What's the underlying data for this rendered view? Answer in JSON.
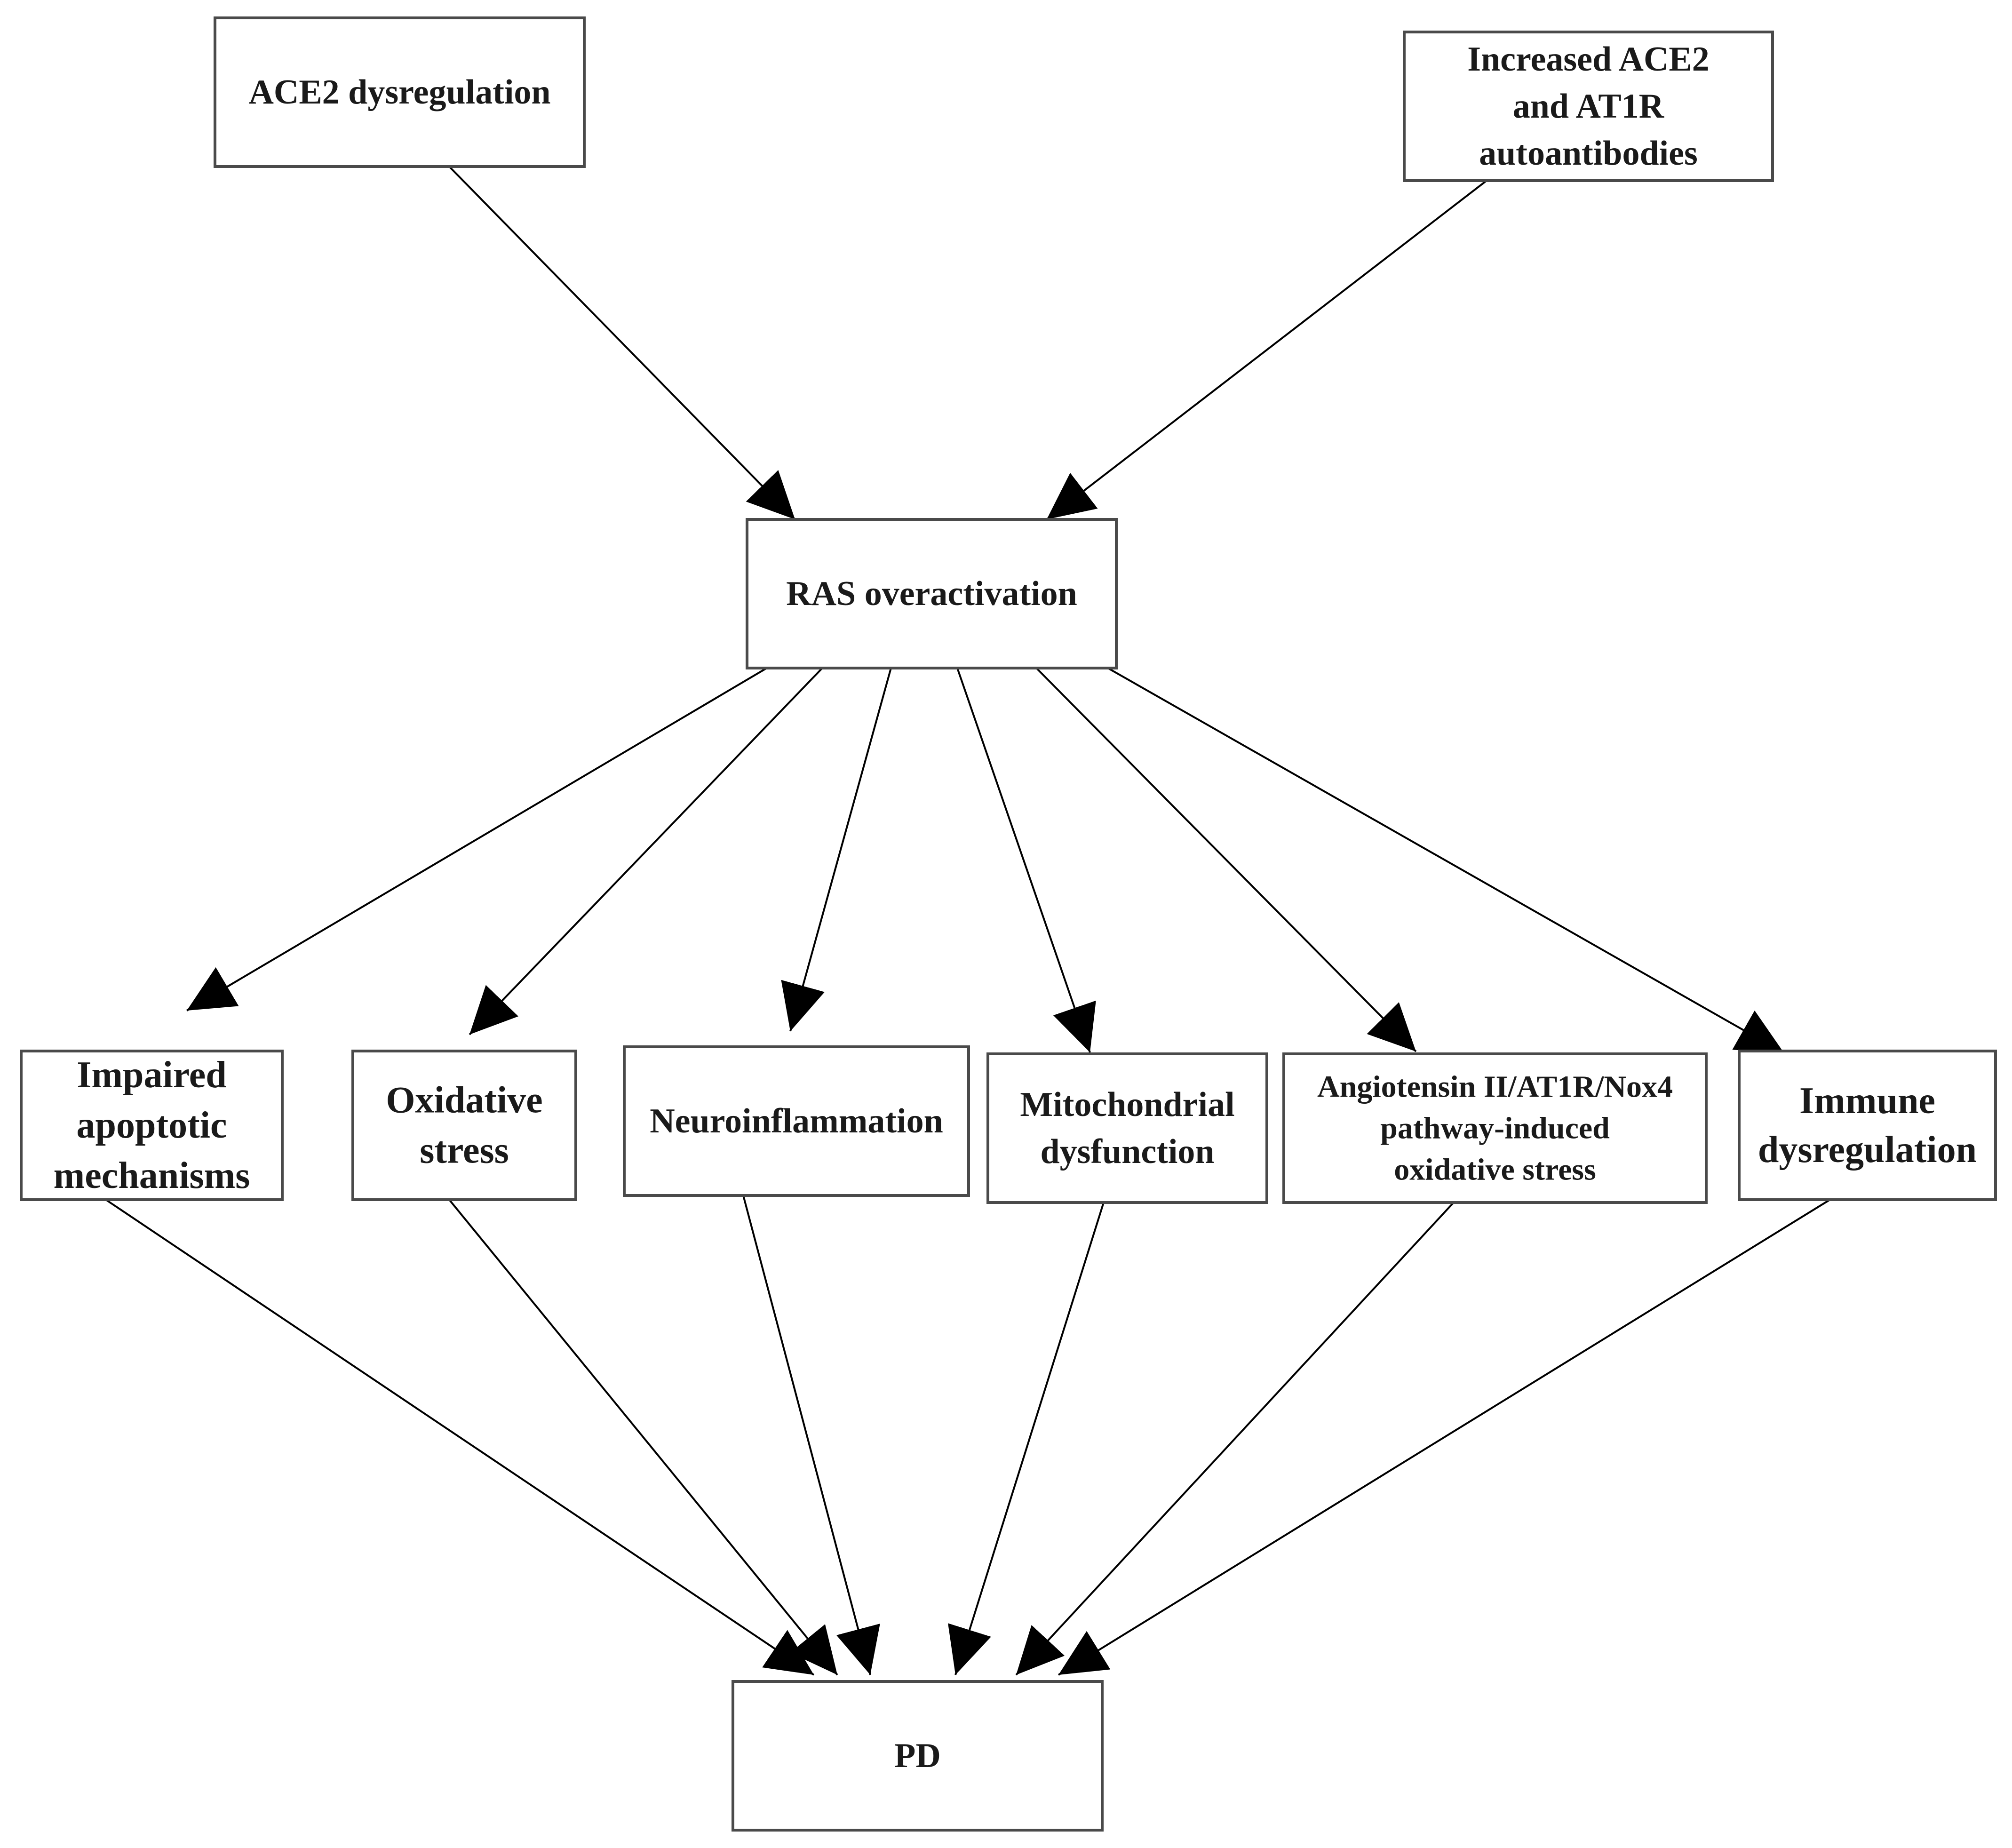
{
  "nodes": [
    {
      "id": "ace2",
      "lines": [
        "ACE2 dysregulation"
      ]
    },
    {
      "id": "autoab",
      "lines": [
        "Increased ACE2",
        "and AT1R",
        "autoantibodies"
      ]
    },
    {
      "id": "ras",
      "lines": [
        "RAS overactivation"
      ]
    },
    {
      "id": "apoptotic",
      "lines": [
        "Impaired",
        "apoptotic",
        "mechanisms"
      ]
    },
    {
      "id": "oxidative",
      "lines": [
        "Oxidative",
        "stress"
      ]
    },
    {
      "id": "neuro",
      "lines": [
        "Neuroinflammation"
      ]
    },
    {
      "id": "mito",
      "lines": [
        "Mitochondrial",
        "dysfunction"
      ]
    },
    {
      "id": "angio",
      "lines": [
        "Angiotensin II/AT1R/Nox4",
        "pathway-induced",
        "oxidative stress"
      ]
    },
    {
      "id": "immune",
      "lines": [
        "Immune",
        "dysregulation"
      ]
    },
    {
      "id": "pd",
      "lines": [
        "PD"
      ]
    }
  ],
  "edges": [
    {
      "from": "ace2",
      "to": "ras"
    },
    {
      "from": "autoab",
      "to": "ras"
    },
    {
      "from": "ras",
      "to": "apoptotic"
    },
    {
      "from": "ras",
      "to": "oxidative"
    },
    {
      "from": "ras",
      "to": "neuro"
    },
    {
      "from": "ras",
      "to": "mito"
    },
    {
      "from": "ras",
      "to": "angio"
    },
    {
      "from": "ras",
      "to": "immune"
    },
    {
      "from": "apoptotic",
      "to": "pd"
    },
    {
      "from": "oxidative",
      "to": "pd"
    },
    {
      "from": "neuro",
      "to": "pd"
    },
    {
      "from": "mito",
      "to": "pd"
    },
    {
      "from": "angio",
      "to": "pd"
    },
    {
      "from": "immune",
      "to": "pd"
    }
  ]
}
